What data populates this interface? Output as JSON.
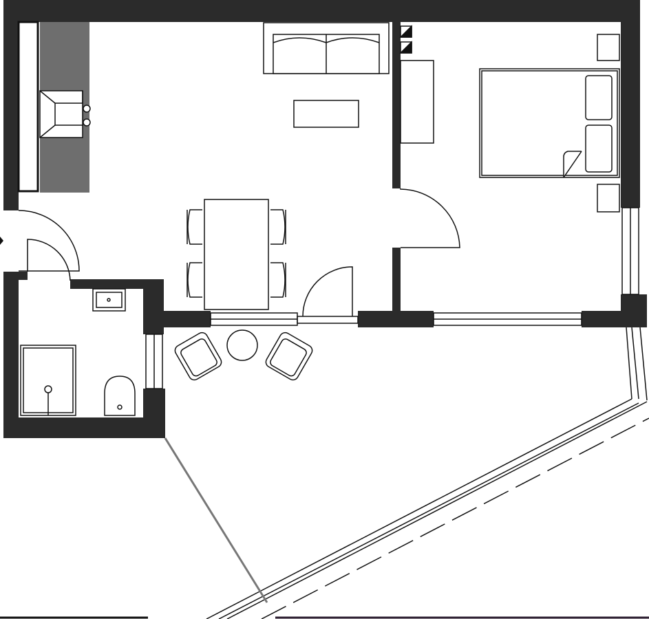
{
  "colors": {
    "wall": "#2b2b2b",
    "kitchen_counter": "#6e6e6e",
    "line": "#111111",
    "background": "#ffffff",
    "boundary_line": "#777777"
  },
  "rooms": [
    "kitchen-living",
    "bedroom",
    "bathroom",
    "balcony"
  ]
}
